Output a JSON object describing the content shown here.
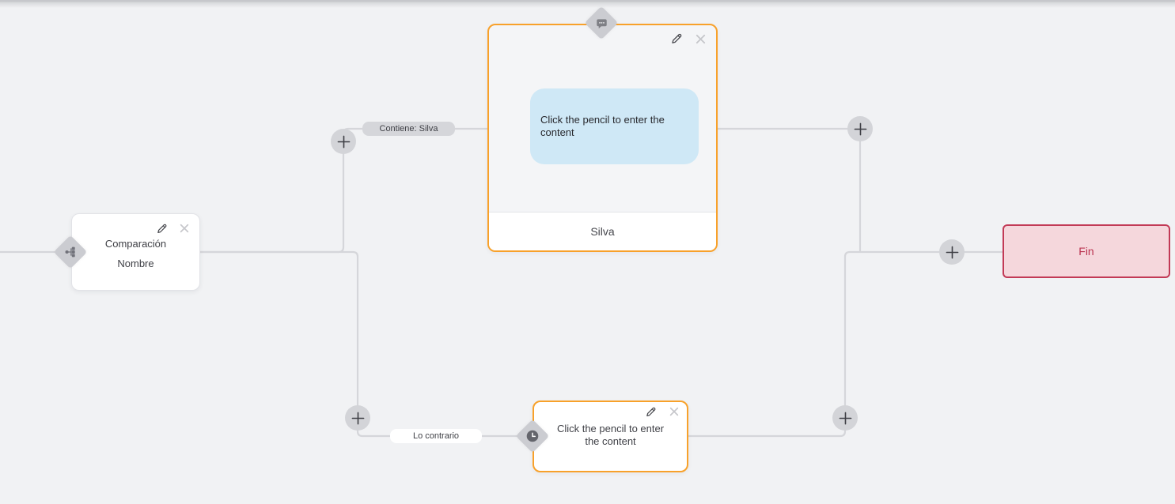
{
  "colors": {
    "canvas_bg": "#f1f2f4",
    "accent_orange": "#f8a12a",
    "line_gray": "#d5d6da",
    "diamond_gray": "#cbccd1",
    "plus_bg": "#d3d4d8",
    "pill_gray_bg": "#d5d6da",
    "bubble_blue": "#cfe8f6",
    "fin_bg": "#f5d7dc",
    "fin_border": "#c23a56",
    "fin_text": "#ba3450",
    "text_dark": "#3e3f45"
  },
  "nodes": {
    "condition": {
      "type_icon": "hierarchy-icon",
      "line1": "Comparación",
      "line2": "Nombre"
    },
    "message": {
      "type_icon": "chat-bubble-icon",
      "bubble_text": "Click the pencil to enter the\ncontent",
      "footer_label": "Silva"
    },
    "delay": {
      "type_icon": "clock-icon",
      "placeholder_text": "Click the pencil to enter\nthe content"
    },
    "end": {
      "label": "Fin"
    }
  },
  "edge_labels": {
    "contains": "Contiene: Silva",
    "otherwise": "Lo contrario"
  },
  "controls": {
    "edit": "pencil-icon",
    "remove": "close-icon",
    "add": "plus-icon"
  }
}
